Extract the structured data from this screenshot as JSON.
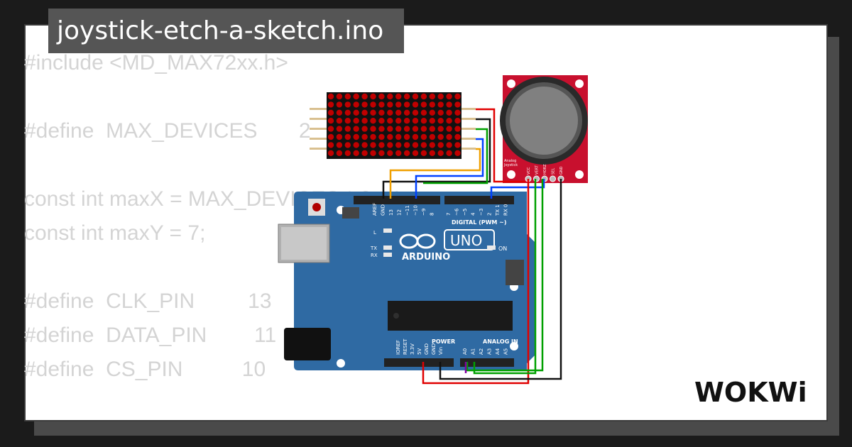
{
  "title": "joystick-etch-a-sketch.ino",
  "code_lines": [
    "#include <MD_MAX72xx.h>",
    "",
    "#define  MAX_DEVICES       2",
    "",
    "const int maxX = MAX_DEVICES * 8 - 1;",
    "const int maxY = 7;",
    "",
    "#define  CLK_PIN         13",
    "#define  DATA_PIN        11",
    "#define  CS_PIN          10"
  ],
  "arduino": {
    "brand": "ARDUINO",
    "model": "UNO",
    "digital_label": "DIGITAL (PWM ~)",
    "power_label": "POWER",
    "analog_label": "ANALOG IN",
    "on_label": "ON",
    "l_label": "L",
    "tx_label": "TX",
    "rx_label": "RX",
    "top_pins": [
      "AREF",
      "GND",
      "13",
      "12",
      "~11",
      "~10",
      "~9",
      "8",
      "7",
      "~6",
      "~5",
      "4",
      "~3",
      "2",
      "TX 1",
      "RX 0"
    ],
    "power_pins": [
      "IOREF",
      "RESET",
      "3.3V",
      "5V",
      "GND",
      "GND",
      "Vin"
    ],
    "analog_pins": [
      "A0",
      "A1",
      "A2",
      "A3",
      "A4",
      "A5"
    ]
  },
  "joystick": {
    "label1": "Analog",
    "label2": "Joystick",
    "pins": [
      "VCC",
      "VERT",
      "HORZ",
      "SEL",
      "GND"
    ]
  },
  "brand_logo": "WOKWi",
  "colors": {
    "background": "#1b1b1b",
    "card": "#ffffff",
    "title_bg": "#555555",
    "arduino_board": "#2f6aa3",
    "joystick_board": "#c8102e",
    "wire_red": "#e00000",
    "wire_green": "#00a000",
    "wire_blue": "#0040ff",
    "wire_yellow": "#f0a000",
    "wire_black": "#111111",
    "wire_purple": "#8000a0"
  }
}
